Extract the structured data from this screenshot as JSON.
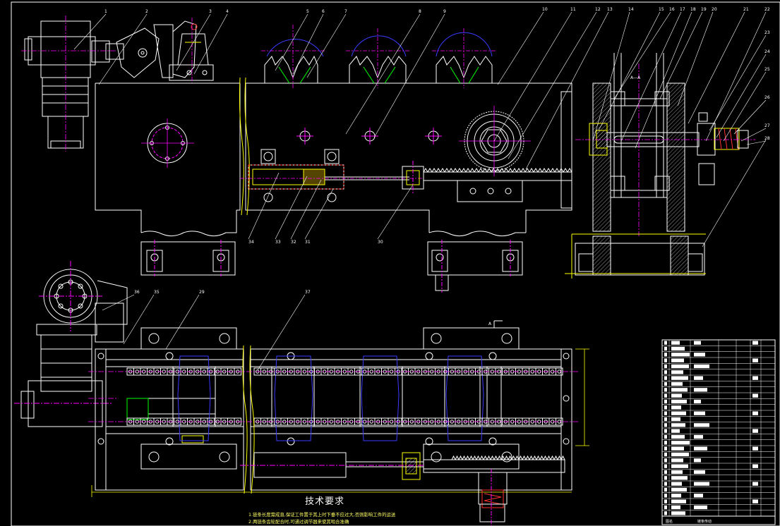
{
  "drawing": {
    "colors": {
      "background": "#000000",
      "outline": "#ffffff",
      "centerline": "#ff00ff",
      "dimension": "#ffff00",
      "hidden": "#3b3bff",
      "accent_green": "#00ff00",
      "accent_red": "#ff3030",
      "hatch": "#ffffff"
    },
    "part_numbers_top": [
      "1",
      "2",
      "3",
      "4",
      "5",
      "6",
      "7",
      "8",
      "9",
      "10",
      "11",
      "12",
      "13",
      "14",
      "15",
      "16",
      "17",
      "18",
      "19",
      "20",
      "21",
      "22",
      "23",
      "24",
      "25",
      "26",
      "27",
      "28"
    ],
    "part_numbers_bottom": [
      "34",
      "33",
      "32",
      "31",
      "30"
    ],
    "part_numbers_lower": [
      "36",
      "35",
      "29",
      "37"
    ],
    "section_label": "A—A",
    "view_marker": "A",
    "technical_requirements": {
      "title": "技术要求",
      "lines": [
        "1.链条长度需成直,保证工件置于其上时下垂不应过大,否则影响工件的运送",
        "2.两链条齿轮配合时,可通过调节器来使其啮合准确"
      ]
    },
    "title_block": {
      "name_label": "图名",
      "drawing_name": "链条传动"
    }
  }
}
